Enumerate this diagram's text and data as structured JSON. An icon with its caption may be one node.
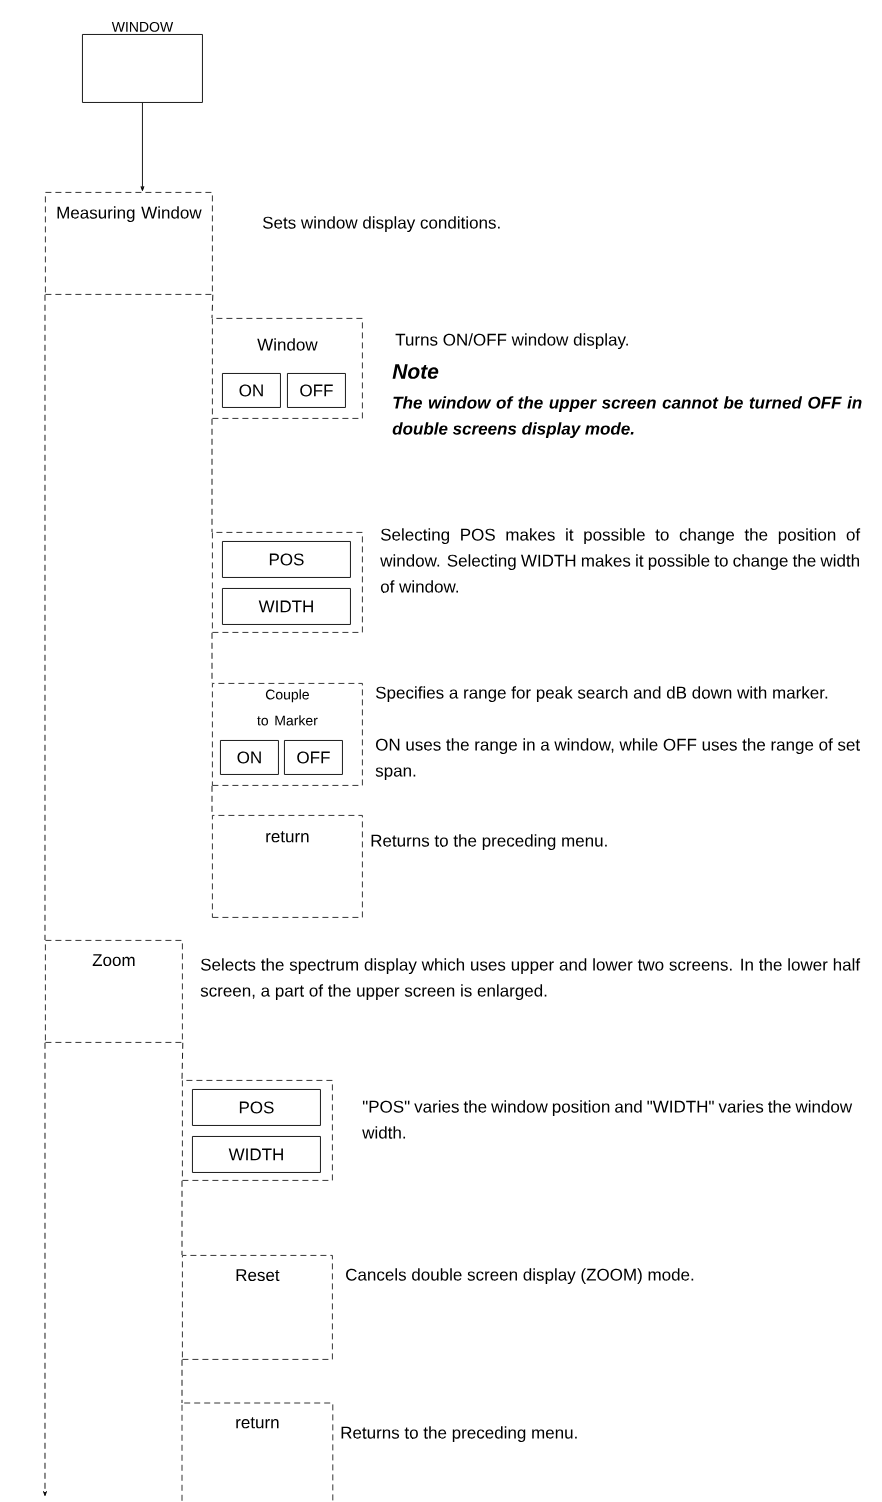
{
  "diagram": {
    "nodes": [
      {
        "text": [
          "WINDOW"
        ]
      },
      {
        "text": [
          "Measuring Window"
        ],
        "beside": [
          "Sets window display conditions."
        ]
      },
      {
        "text": [
          "Window"
        ],
        "beside": [
          "Turns ON/OFF window display."
        ]
      },
      {
        "text": [
          "ON"
        ],
        "in": 2
      },
      {
        "text": [
          "OFF"
        ],
        "in": 2
      },
      {
        "text": [],
        "shape": "box",
        "beside": [
          "Selecting POS makes it possible to change the position of window. Selecting WIDTH makes it possible to change the width of window."
        ]
      },
      {
        "text": [
          "POS"
        ],
        "in": 5
      },
      {
        "text": [
          "WIDTH"
        ],
        "in": 5
      },
      {
        "text": [
          "Couple to Marker"
        ],
        "beside": [
          "Specifies a range for peak search and dB down with marker.",
          "ON uses the range in a window, while OFF uses the range of set span."
        ]
      },
      {
        "text": [
          "ON"
        ],
        "in": 8
      },
      {
        "text": [
          "OFF"
        ],
        "in": 8
      },
      {
        "text": [
          "return"
        ],
        "beside": [
          "Returns to the preceding menu."
        ]
      },
      {
        "text": [
          "Zoom"
        ],
        "beside": [
          "Selects the spectrum display which uses upper and lower two screens. In the lower half screen, a part of the upper screen is enlarged."
        ]
      },
      {
        "text": [],
        "shape": "box",
        "beside": [
          "\"POS\" varies the window position and \"WIDTH\" varies the window width."
        ]
      },
      {
        "text": [
          "POS"
        ],
        "in": 13
      },
      {
        "text": [
          "WIDTH"
        ],
        "in": 13
      },
      {
        "text": [
          "Reset"
        ],
        "beside": [
          "Cancels double screen display (ZOOM) mode."
        ]
      },
      {
        "text": [
          "return"
        ],
        "beside": [
          "Returns to the preceding menu."
        ]
      }
    ],
    "edges": [
      {
        "from": 0,
        "to": 1,
        "arrow": "to"
      },
      {
        "from": 1,
        "to": 2,
        "arrow": "none",
        "style": "dashed"
      },
      {
        "from": 2,
        "to": 5,
        "arrow": "none",
        "style": "dashed"
      },
      {
        "from": 5,
        "to": 8,
        "arrow": "none",
        "style": "dashed"
      },
      {
        "from": 8,
        "to": 11,
        "arrow": "none",
        "style": "dashed"
      },
      {
        "from": 1,
        "to": 12,
        "arrow": "none",
        "style": "dashed"
      },
      {
        "from": 12,
        "to": null,
        "arrow": "to",
        "style": "dashed"
      },
      {
        "from": 12,
        "to": 13,
        "arrow": "none",
        "style": "dashed"
      },
      {
        "from": 13,
        "to": 16,
        "arrow": "none",
        "style": "dashed"
      },
      {
        "from": 16,
        "to": 17,
        "arrow": "none",
        "style": "dashed"
      }
    ],
    "labels": [
      "Note",
      "The window of the upper screen cannot be turned OFF in double screens display mode."
    ]
  }
}
